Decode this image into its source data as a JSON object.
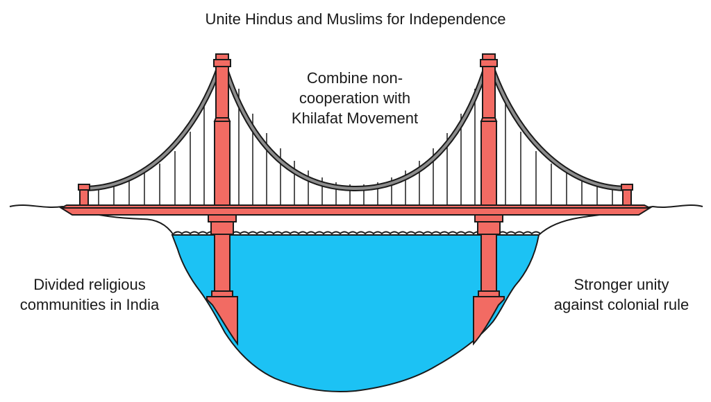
{
  "title": "Unite Hindus and Muslims for Independence",
  "center_label": {
    "line1": "Combine non-",
    "line2": "cooperation with",
    "line3": "Khilafat Movement"
  },
  "left_label": {
    "line1": "Divided religious",
    "line2": "communities in India"
  },
  "right_label": {
    "line1": "Stronger unity",
    "line2": "against colonial rule"
  },
  "colors": {
    "tower": "#f26b63",
    "water": "#1cc2f4",
    "cable": "#8c8c8c",
    "outline": "#1a1a1a",
    "background": "#ffffff"
  }
}
